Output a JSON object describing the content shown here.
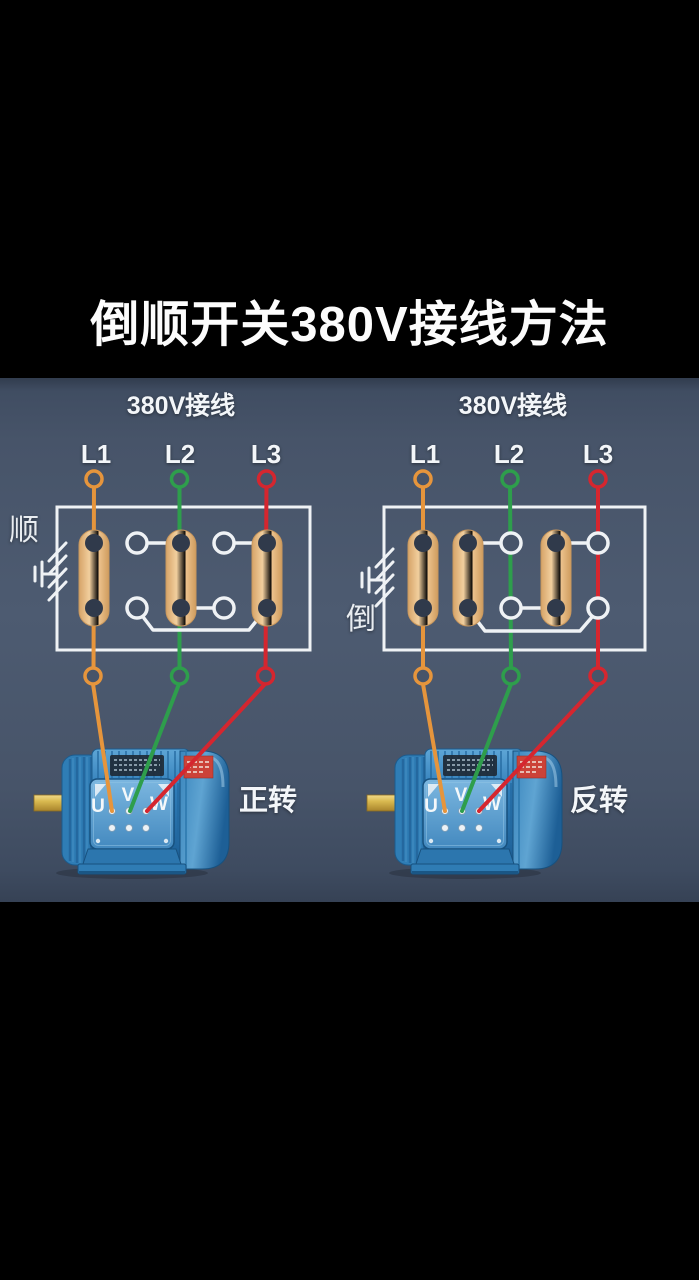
{
  "title": "倒顺开关380V接线方法",
  "colors": {
    "letterbox": "#000000",
    "panel_background": "#475469",
    "diagram_lines": "#eff2f5",
    "wire_l1": "#e6953c",
    "wire_l2": "#2e9e4c",
    "wire_l3": "#d5262f",
    "contact_bar": "#edc492",
    "motor_body": "#2e7cb8",
    "motor_shaft": "#d9b94f"
  },
  "motor_terminals": [
    "U",
    "V",
    "W"
  ],
  "diagrams": [
    {
      "heading": "380V接线",
      "direction_label": "顺",
      "phases": [
        "L1",
        "L2",
        "L3"
      ],
      "rotation_label": "正转"
    },
    {
      "heading": "380V接线",
      "direction_label": "倒",
      "phases": [
        "L1",
        "L2",
        "L3"
      ],
      "rotation_label": "反转"
    }
  ]
}
